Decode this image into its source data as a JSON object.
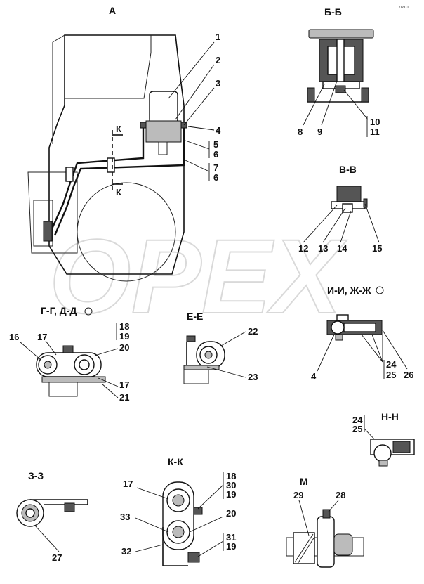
{
  "views": {
    "a": "А",
    "bb": "Б-Б",
    "vv": "В-В",
    "ggdd": "Г-Г, Д-Д",
    "ee": "Е-Е",
    "iizhzh": "И-И, Ж-Ж",
    "nn": "Н-Н",
    "zz": "З-З",
    "kk": "К-К",
    "m": "М"
  },
  "section_marks": {
    "k_top": "К",
    "k_bottom": "К"
  },
  "watermark": "OPEX",
  "corner_mark": "лист",
  "labels": {
    "a_1": "1",
    "a_2": "2",
    "a_3": "3",
    "a_4": "4",
    "a_5": "5",
    "a_6a": "6",
    "a_7": "7",
    "a_6b": "6",
    "bb_8": "8",
    "bb_9": "9",
    "bb_10": "10",
    "bb_11": "11",
    "vv_12": "12",
    "vv_13": "13",
    "vv_14": "14",
    "vv_15": "15",
    "gg_16": "16",
    "gg_17a": "17",
    "gg_18": "18",
    "gg_19": "19",
    "gg_20": "20",
    "gg_17b": "17",
    "gg_21": "21",
    "ee_22": "22",
    "ee_23": "23",
    "ii_4": "4",
    "ii_24": "24",
    "ii_25": "25",
    "ii_26": "26",
    "nn_24": "24",
    "nn_25": "25",
    "zz_27": "27",
    "kk_17": "17",
    "kk_18": "18",
    "kk_30": "30",
    "kk_19a": "19",
    "kk_20": "20",
    "kk_33": "33",
    "kk_32": "32",
    "kk_31": "31",
    "kk_19b": "19",
    "m_29": "29",
    "m_28": "28"
  }
}
